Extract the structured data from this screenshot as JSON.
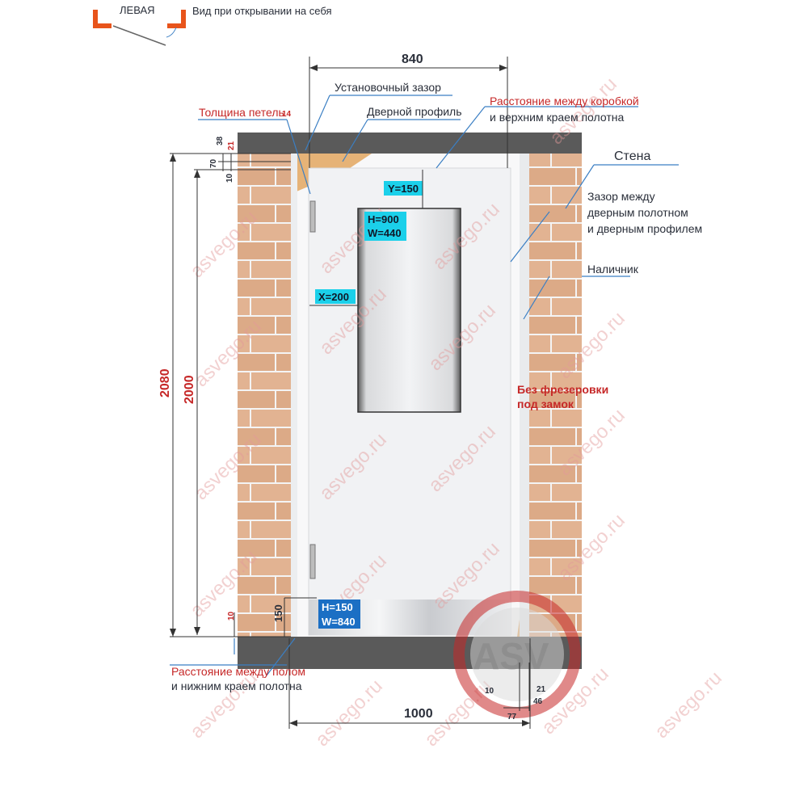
{
  "header": {
    "variant_label": "ЛЕВАЯ",
    "view_caption": "Вид при открывании на себя"
  },
  "callouts": {
    "install_gap": "Установочный зазор",
    "door_profile": "Дверной профиль",
    "hinge_thickness": "Толщина петель",
    "hinge_thickness_value": "14",
    "top_gap_line1": "Расстояние между коробкой",
    "top_gap_line2": "и верхним краем полотна",
    "wall": "Стена",
    "leaf_gap_line1": "Зазор между",
    "leaf_gap_line2": "дверным полотном",
    "leaf_gap_line3": "и дверным профилем",
    "casing": "Наличник",
    "no_lock_line1": "Без фрезеровки",
    "no_lock_line2": "под замок",
    "floor_gap_line1": "Расстояние между полом",
    "floor_gap_line2": "и нижним краем полотна"
  },
  "dimensions": {
    "top_width": "840",
    "bottom_width": "1000",
    "total_height": "2080",
    "leaf_height": "2000",
    "top_38": "38",
    "top_21": "21",
    "top_70": "70",
    "top_10": "10",
    "bottom_10": "10",
    "bottom_150": "150",
    "prof_10": "10",
    "prof_21": "21",
    "prof_46": "46",
    "prof_77": "77"
  },
  "window_box": {
    "y_offset": "Y=150",
    "height": "H=900",
    "width": "W=440",
    "x_offset": "X=200"
  },
  "kick_plate_box": {
    "height": "H=150",
    "width": "W=840"
  },
  "watermark": "asvego.ru",
  "logo_text": "ASV",
  "colors": {
    "brick": "#e0b08f",
    "mortar": "#f3f3f3",
    "wall_cap": "#595959",
    "door": "#f1f2f4",
    "frame_wood": "#e6b377",
    "callout_line": "#3b7fc4",
    "dimension_red": "#c62828",
    "box_cyan": "#1bd0ea",
    "box_blue": "#1b6fc4"
  }
}
